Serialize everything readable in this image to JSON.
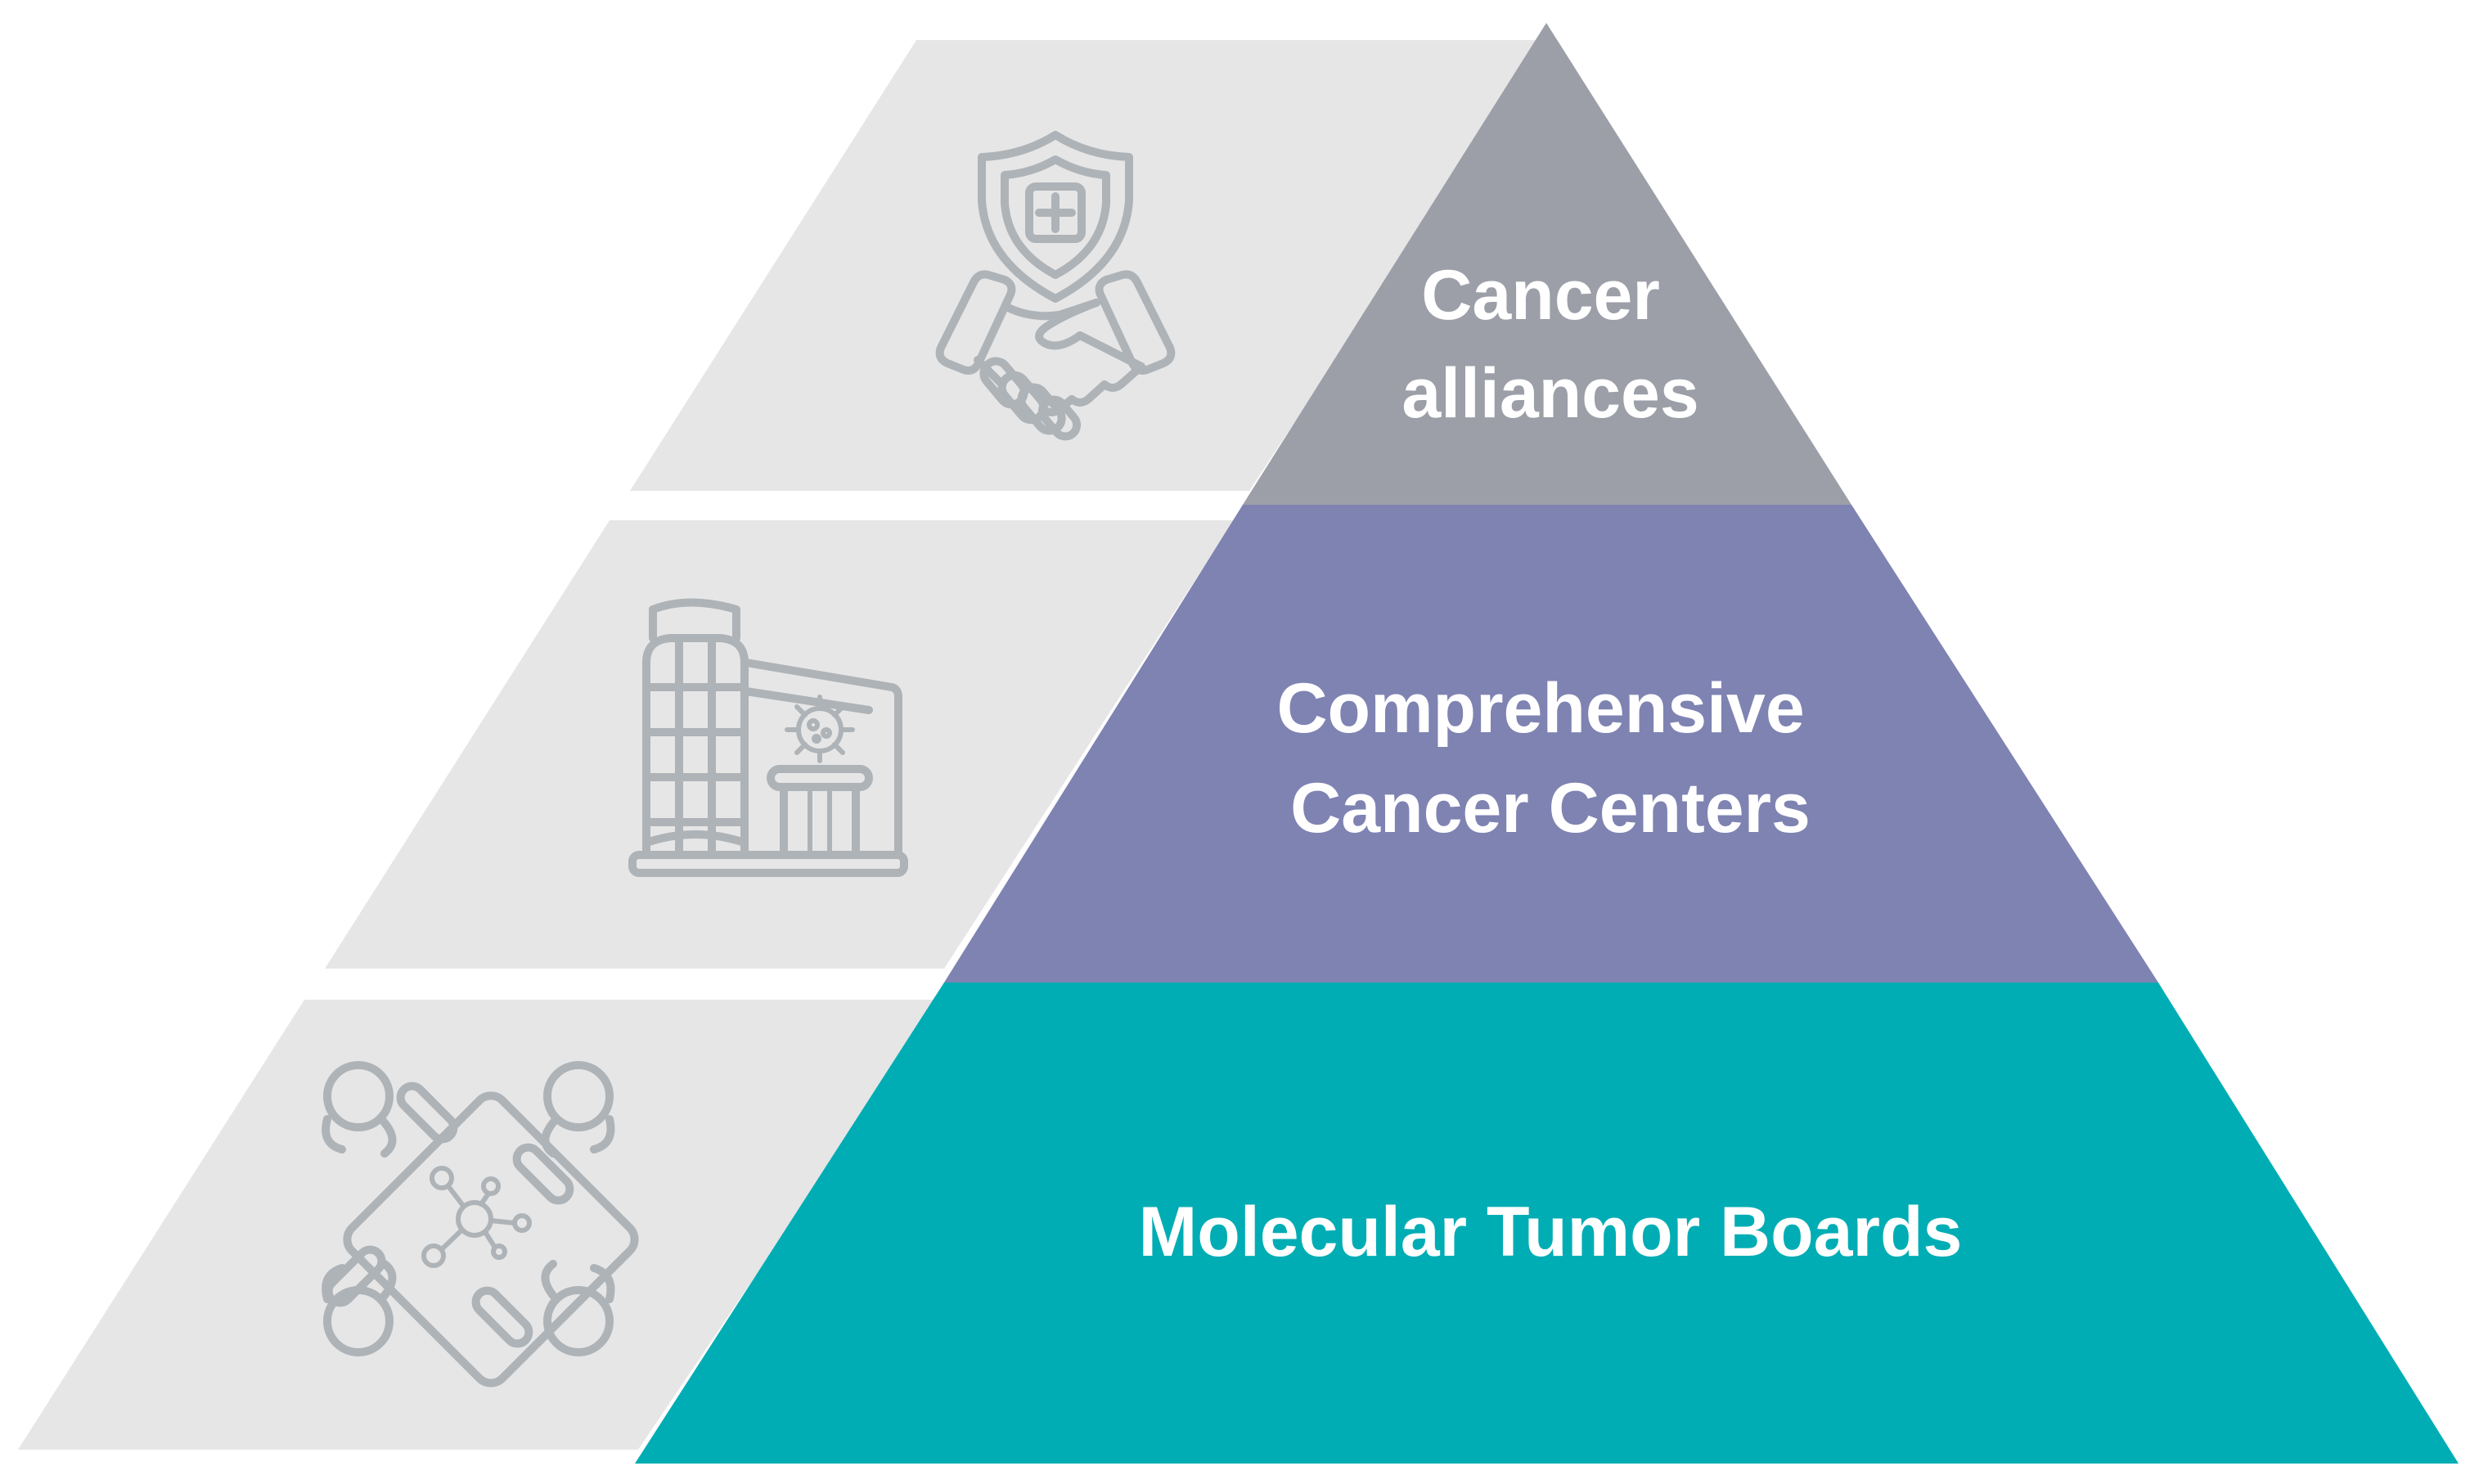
{
  "diagram": {
    "tiers": [
      {
        "label_lines": [
          "Cancer",
          "alliances"
        ],
        "color": "#9c9fa8",
        "icon": "handshake-shield-icon"
      },
      {
        "label_lines": [
          "Comprehensive",
          "Cancer Centers"
        ],
        "color": "#7f83b2",
        "icon": "cancer-center-building-icon"
      },
      {
        "label_lines": [
          "Molecular Tumor Boards"
        ],
        "color": "#00adb4",
        "icon": "tumor-board-meeting-icon"
      }
    ],
    "band_color": "#e6e6e6",
    "icon_color": "#aeb3b8"
  }
}
